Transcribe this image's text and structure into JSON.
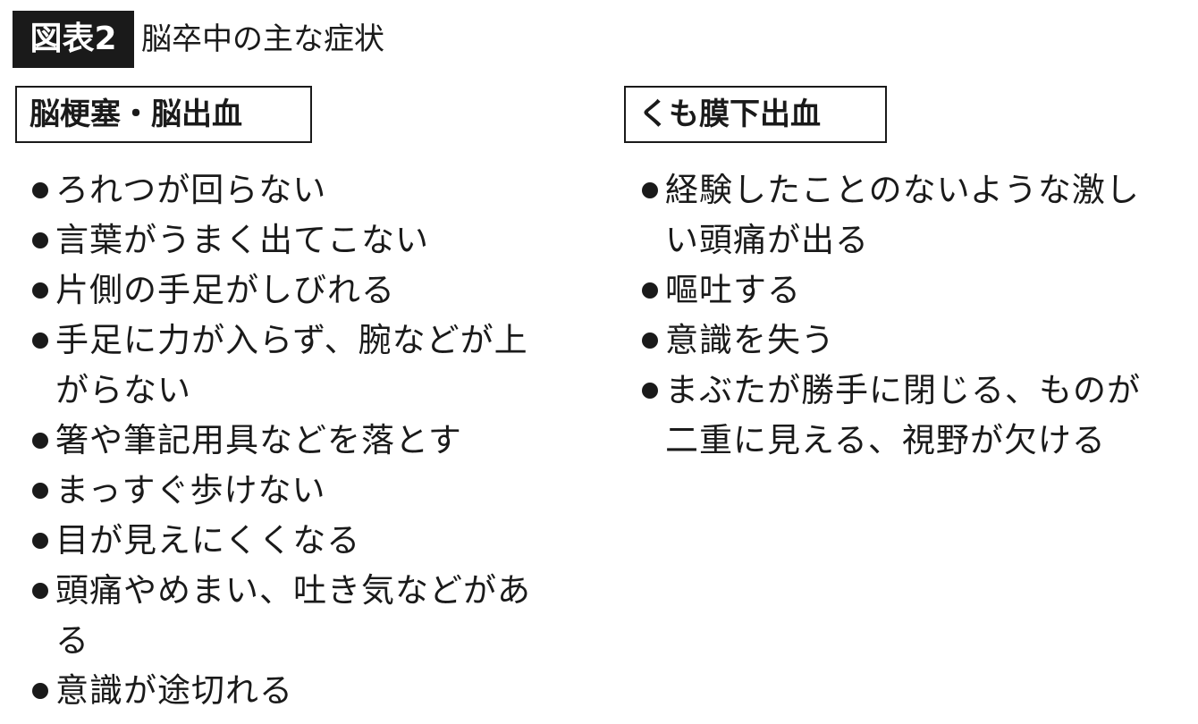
{
  "figure_label": "図表2",
  "figure_title": "脳卒中の主な症状",
  "left": {
    "heading": "脳梗塞・脳出血",
    "items": [
      "ろれつが回らない",
      "言葉がうまく出てこない",
      "片側の手足がしびれる",
      "手足に力が入らず、腕などが上がらない",
      "箸や筆記用具などを落とす",
      "まっすぐ歩けない",
      "目が見えにくくなる",
      "頭痛やめまい、吐き気などがある",
      "意識が途切れる"
    ]
  },
  "right": {
    "heading": "くも膜下出血",
    "items": [
      "経験したことのないような激しい頭痛が出る",
      "嘔吐する",
      "意識を失う",
      "まぶたが勝手に閉じる、ものが二重に見える、視野が欠ける"
    ]
  }
}
